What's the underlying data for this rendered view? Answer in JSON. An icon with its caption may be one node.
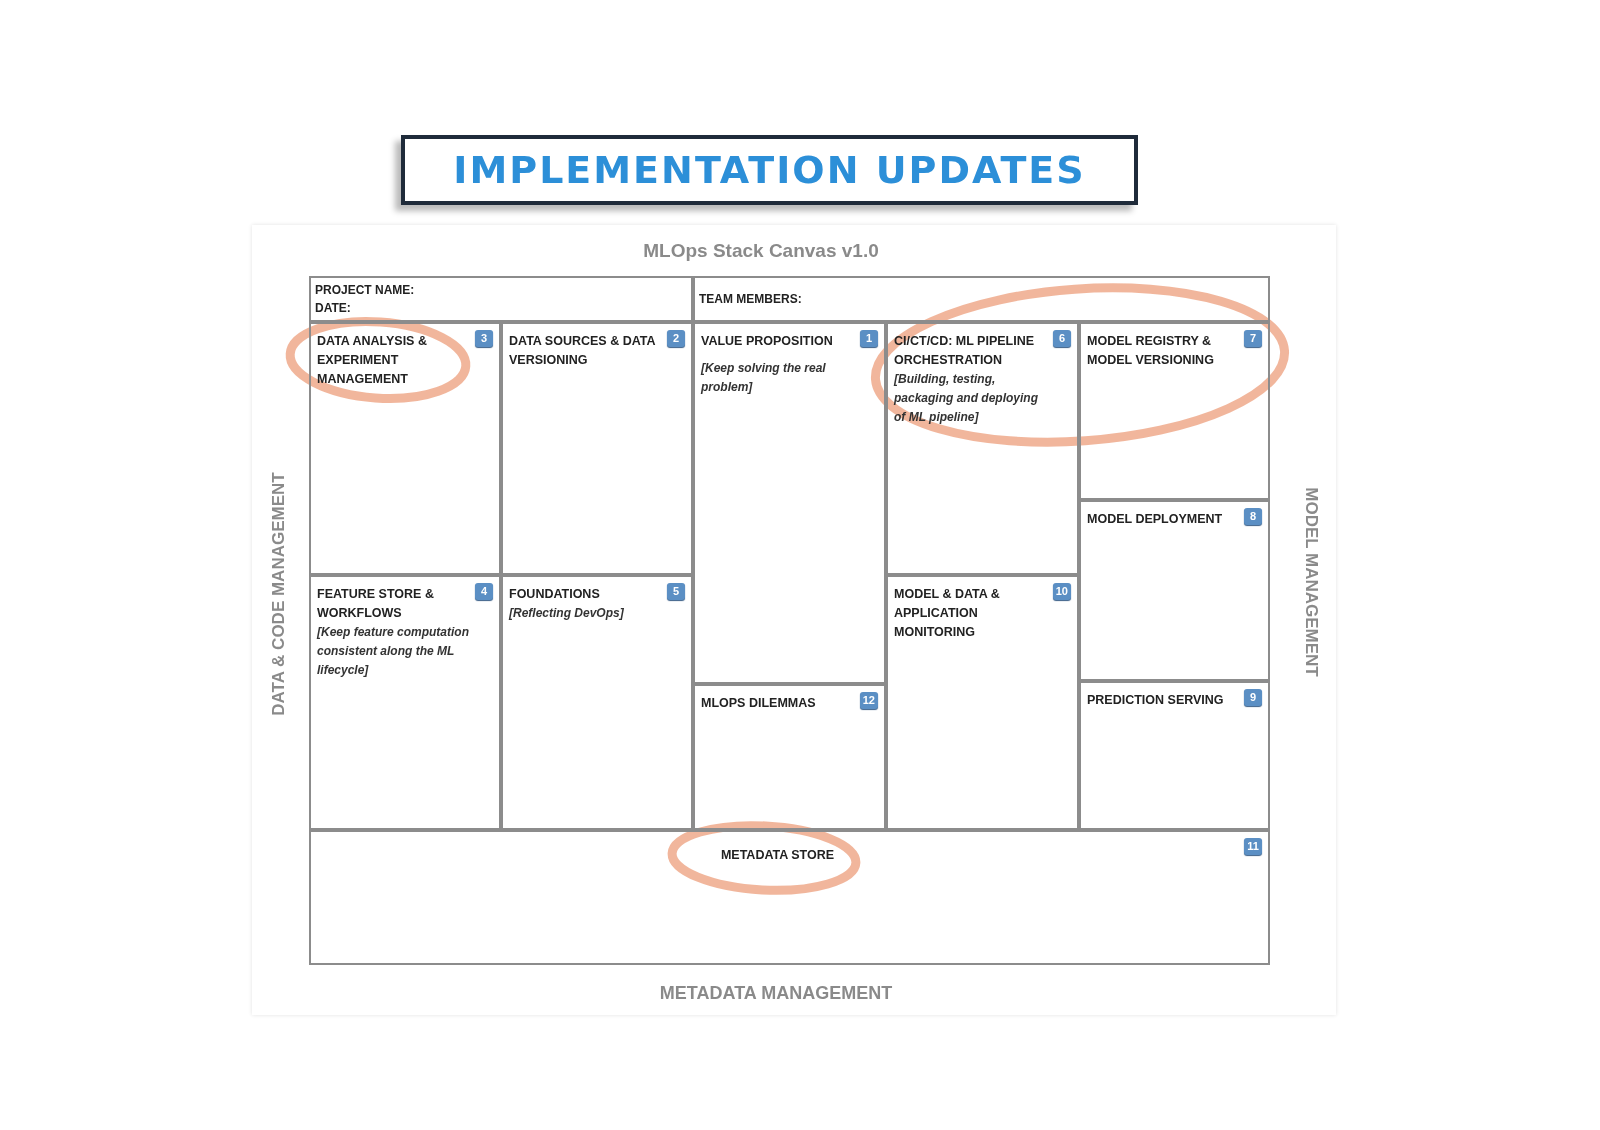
{
  "diagram": {
    "title": "IMPLEMENTATION UPDATES",
    "nodes": [
      {
        "text": [
          "PROJECT NAME:",
          "DATE:"
        ]
      },
      {
        "text": [
          "TEAM MEMBERS:"
        ]
      },
      {
        "text": [
          "DATA ANALYSIS & EXPERIMENT MANAGEMENT",
          "3"
        ]
      },
      {
        "text": [
          "DATA SOURCES & DATA VERSIONING",
          "2"
        ]
      },
      {
        "text": [
          "VALUE PROPOSITION",
          "[Keep solving the real problem]",
          "1"
        ]
      },
      {
        "text": [
          "CI/CT/CD: ML PIPELINE ORCHESTRATION",
          "[Building, testing, packaging and deploying of ML pipeline]",
          "6"
        ]
      },
      {
        "text": [
          "MODEL REGISTRY & MODEL VERSIONING",
          "7"
        ]
      },
      {
        "text": [
          "MODEL DEPLOYMENT",
          "8"
        ]
      },
      {
        "text": [
          "FEATURE STORE & WORKFLOWS",
          "[Keep feature computation consistent along the ML lifecycle]",
          "4"
        ]
      },
      {
        "text": [
          "FOUNDATIONS",
          "[Reflecting DevOps]",
          "5"
        ]
      },
      {
        "text": [
          "MODEL & DATA & APPLICATION MONITORING",
          "10"
        ]
      },
      {
        "text": [
          "MLOPS DILEMMAS",
          "12"
        ]
      },
      {
        "text": [
          "PREDICTION SERVING",
          "9"
        ]
      },
      {
        "text": [
          "METADATA STORE",
          "11"
        ]
      }
    ],
    "labels": [
      "MLOps Stack Canvas v1.0",
      "DATA & CODE MANAGEMENT",
      "MODEL MANAGEMENT",
      "METADATA MANAGEMENT"
    ]
  }
}
